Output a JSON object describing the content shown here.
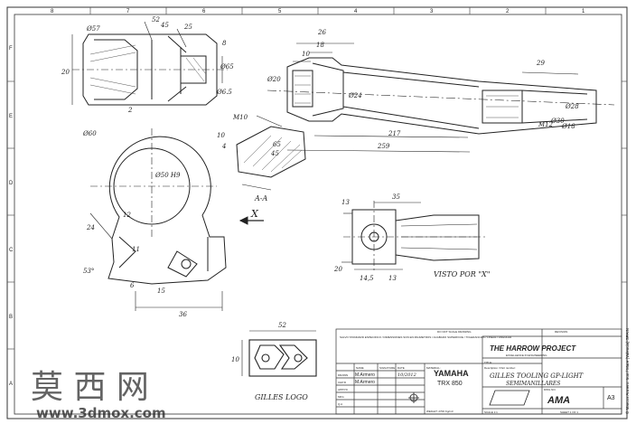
{
  "labels": {
    "d57": "Ø57",
    "a52": "52",
    "a45": "45",
    "a25": "25",
    "d65": "Ø65",
    "r2": "2",
    "d65b": "Ø6.5",
    "d20": "20",
    "d8": "8",
    "a10": "10",
    "a18": "18",
    "a26": "26",
    "a29": "29",
    "d20b": "Ø20",
    "d24": "Ø24",
    "d28": "Ø28",
    "m12": "M12",
    "d30": "Ø30",
    "d18": "Ø18",
    "a217": "217",
    "a259": "259",
    "m10": "M10",
    "a10b": "10",
    "aa4": "4",
    "a45b": "45",
    "a65": "65",
    "aa": "A-A",
    "d60": "Ø60",
    "d50": "Ø50 H9",
    "a12": "12",
    "a24": "24",
    "a53": "53°",
    "a11": "11",
    "a15": "15",
    "a6": "6",
    "a36": "36",
    "x": "X",
    "a35": "35",
    "a13": "13",
    "a20": "20",
    "a14": "14,5",
    "a13b": "13",
    "vista": "VISTO POR \"X\"",
    "logo_label": "GILLES LOGO",
    "a10c": "10",
    "a52b": "52"
  },
  "title_block": {
    "notes": "SALVO STANDARD ESPECIFICO / DIMENSIONES SON EN MILIMETROS / ACABADO SUPERFICIE / TOLERANCIAS / LINEAL / ANGULAR",
    "finish": "DO NOT SCALE DRAWING",
    "revision": "REVISION",
    "name_h": "NAME",
    "sign_h": "SIGNATURE",
    "date_h": "DATE",
    "drawn_h": "DRAWN",
    "chkd_h": "CHK'D",
    "appvd_h": "APPV'D",
    "mfg_h": "MFG",
    "qa_h": "Q.A",
    "drawn_name": "M.Armero",
    "drawn_date": "10/2012",
    "chkd_name": "M.Armero",
    "material_h": "MATERIAL:",
    "weight_h": "WEIGHT: 2700 Kg/m3",
    "project": "YAMAHA",
    "model": "TRX 850",
    "title_h": "TITLE:",
    "description_h": "Description / Part number:",
    "part_line1": "GILLES TOOLING GP-LIGHT",
    "part_line2": "SEMIMANILLARES",
    "company": "THE HARROW PROJECT",
    "company_sub": "EXCELLENCE IN ENGINEERING",
    "sheet_size": "A3",
    "dwg_no_h": "DWG NO.",
    "scale_h": "SCALE 1:1",
    "sheet_h": "SHEET 1 OF 1",
    "footer_logo": "AMA",
    "vertical_credit": "© Marcos Armero: Irun / Mare (Valencia) SPAIN"
  },
  "watermark": {
    "chars": "莫 西 网",
    "url": "www.3dmox.com"
  },
  "grid": {
    "top_numbers": [
      "8",
      "7",
      "6",
      "5",
      "4",
      "3",
      "2",
      "1"
    ],
    "side_letters": [
      "F",
      "E",
      "D",
      "C",
      "B",
      "A"
    ]
  }
}
